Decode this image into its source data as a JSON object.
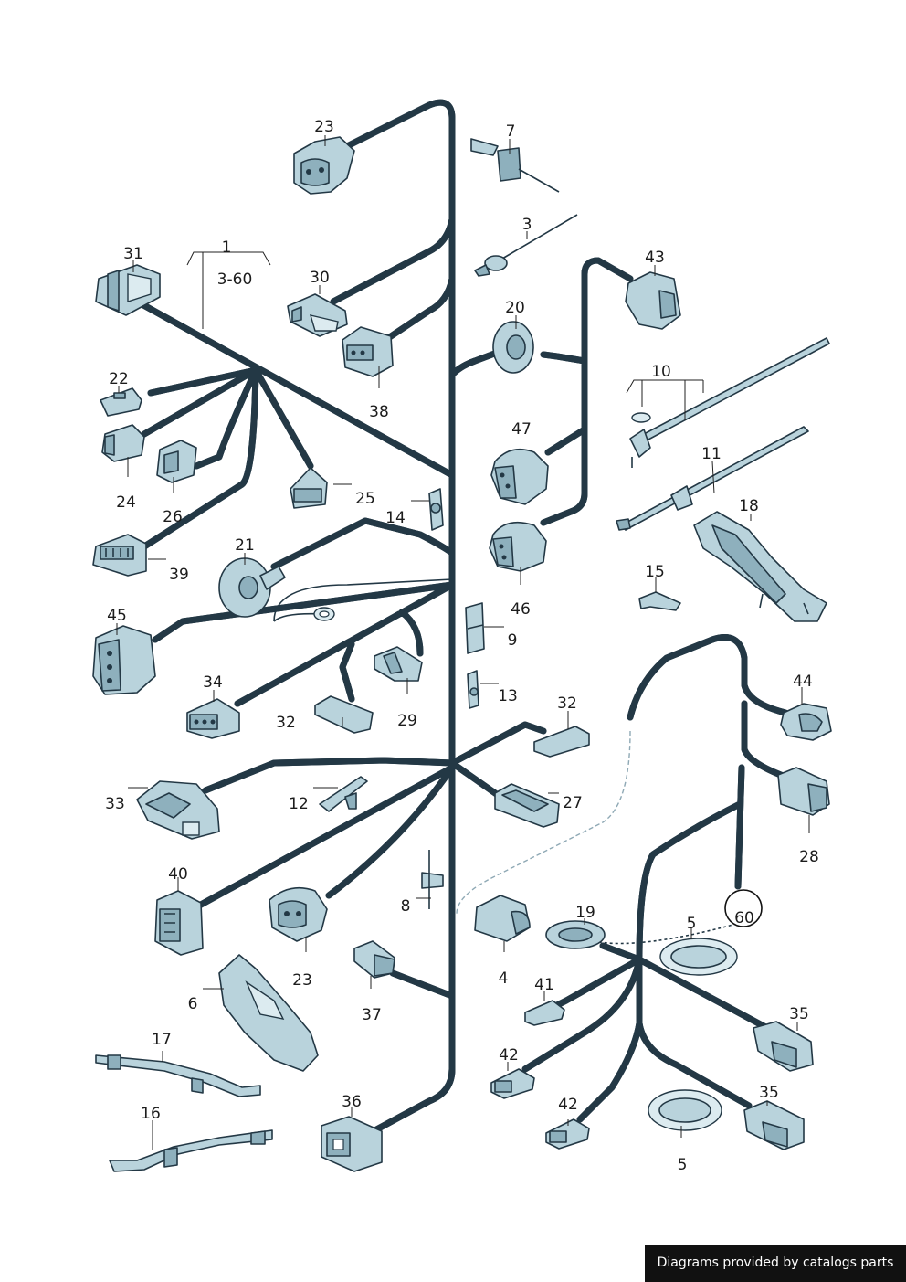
{
  "labels": {
    "l1": "1",
    "l3_60": "3-60",
    "l3": "3",
    "l4": "4",
    "l5a": "5",
    "l5b": "5",
    "l6": "6",
    "l7": "7",
    "l8": "8",
    "l9": "9",
    "l10": "10",
    "l11": "11",
    "l12": "12",
    "l13": "13",
    "l14": "14",
    "l15": "15",
    "l16": "16",
    "l17": "17",
    "l18": "18",
    "l19": "19",
    "l20": "20",
    "l21": "21",
    "l22": "22",
    "l23a": "23",
    "l23b": "23",
    "l24": "24",
    "l25": "25",
    "l26": "26",
    "l27": "27",
    "l28": "28",
    "l29": "29",
    "l30": "30",
    "l31": "31",
    "l32a": "32",
    "l32b": "32",
    "l33": "33",
    "l34": "34",
    "l35a": "35",
    "l35b": "35",
    "l36": "36",
    "l37": "37",
    "l38": "38",
    "l39": "39",
    "l40": "40",
    "l41": "41",
    "l42a": "42",
    "l42b": "42",
    "l43": "43",
    "l44": "44",
    "l45": "45",
    "l46": "46",
    "l47": "47",
    "l60": "60"
  },
  "footer": {
    "text": "Diagrams provided by catalogs parts"
  }
}
